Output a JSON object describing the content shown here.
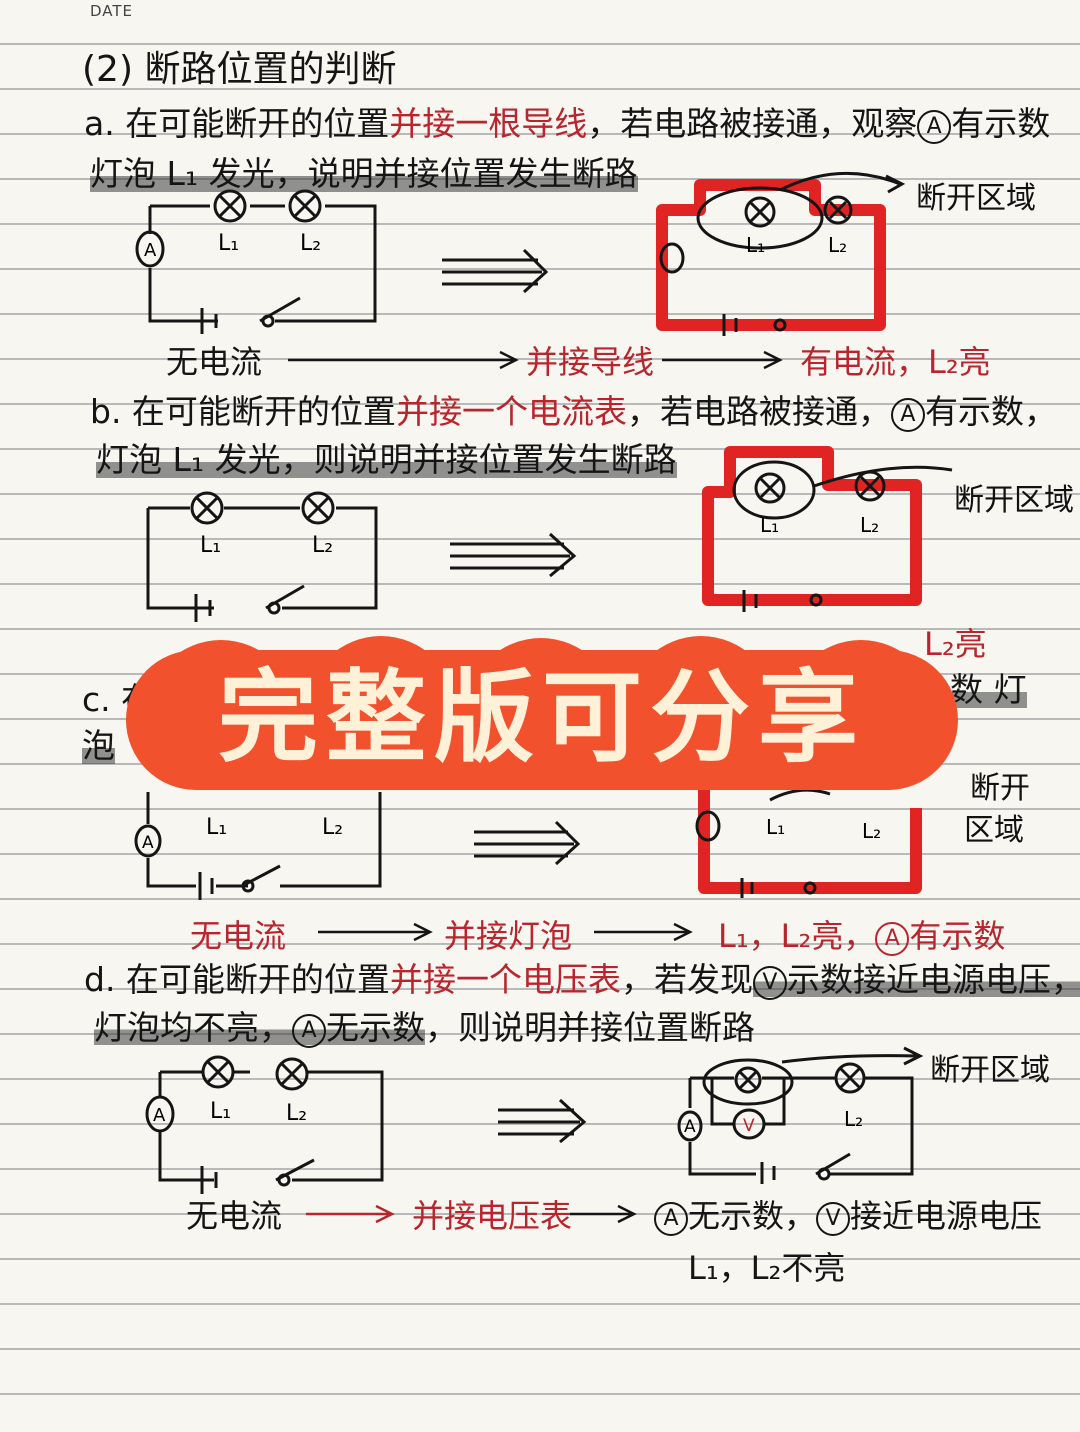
{
  "header": {
    "date_label": "DATE"
  },
  "section_title": "(2) 断路位置的判断",
  "a": {
    "line1_prefix": "a. 在可能断开的位置",
    "line1_red": "并接一根导线",
    "line1_mid": "，若电路被接通，观察",
    "meter": "A",
    "line1_suffix": "有示数",
    "line2": "灯泡 L₁ 发光，说明并接位置发生断路",
    "flow_start": "无电流",
    "flow_mid": "并接导线",
    "flow_end": "有电流，L₂亮",
    "region": "断开区域"
  },
  "b": {
    "line1_prefix": "b. 在可能断开的位置",
    "line1_red": "并接一个电流表",
    "line1_mid": "，若电路被接通，",
    "meter": "A",
    "line1_suffix": "有示数，",
    "line2": "灯泡 L₁ 发光，则说明并接位置发生断路",
    "region": "断开区域",
    "flow_end_partial": "L₂亮"
  },
  "c": {
    "line1_prefix": "c. 在",
    "line1_end": "数 灯",
    "line2_prefix": "泡",
    "region_line1": "断开",
    "region_line2": "区域",
    "flow_start": "无电流",
    "flow_mid": "并接灯泡",
    "flow_end_prefix": "L₁，L₂亮，",
    "meter": "A",
    "flow_end_suffix": "有示数"
  },
  "d": {
    "line1_prefix": "d. 在可能断开的位置",
    "line1_red": "并接一个电压表",
    "line1_mid": "，若发现",
    "meter_v": "V",
    "line1_suffix": "示数接近电源电压，",
    "line2_prefix": "灯泡均不亮，",
    "meter_a": "A",
    "line2_mid": "无示数",
    "line2_suffix": "，则说明并接位置断路",
    "region": "断开区域",
    "flow_start": "无电流",
    "flow_mid": "并接电压表",
    "flow_end_a": "无示数，",
    "flow_end_v": "接近电源电压",
    "flow_end_line2": "L₁，L₂不亮"
  },
  "components": {
    "lamp1": "L₁",
    "lamp2": "L₂",
    "ammeter": "A",
    "voltmeter": "V"
  },
  "banner": {
    "text": "完整版可分享",
    "color": "#f1522d",
    "text_color": "#fff0d8"
  },
  "colors": {
    "ink": "#151515",
    "red_ink": "#b8252d",
    "marker_red": "#e02424",
    "ruled_line": "#b9b9b9"
  }
}
